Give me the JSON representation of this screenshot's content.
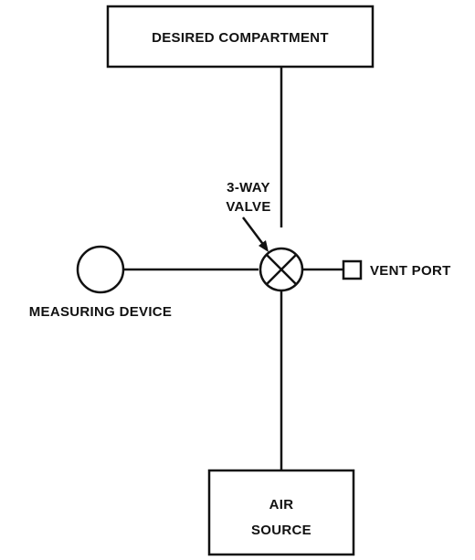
{
  "diagram": {
    "compartment_box": {
      "label": "DESIRED COMPARTMENT"
    },
    "valve": {
      "label_line1": "3-WAY",
      "label_line2": "VALVE"
    },
    "measuring_device": {
      "label": "MEASURING DEVICE"
    },
    "vent_port": {
      "label": "VENT PORT"
    },
    "air_source": {
      "label_line1": "AIR",
      "label_line2": "SOURCE"
    }
  }
}
